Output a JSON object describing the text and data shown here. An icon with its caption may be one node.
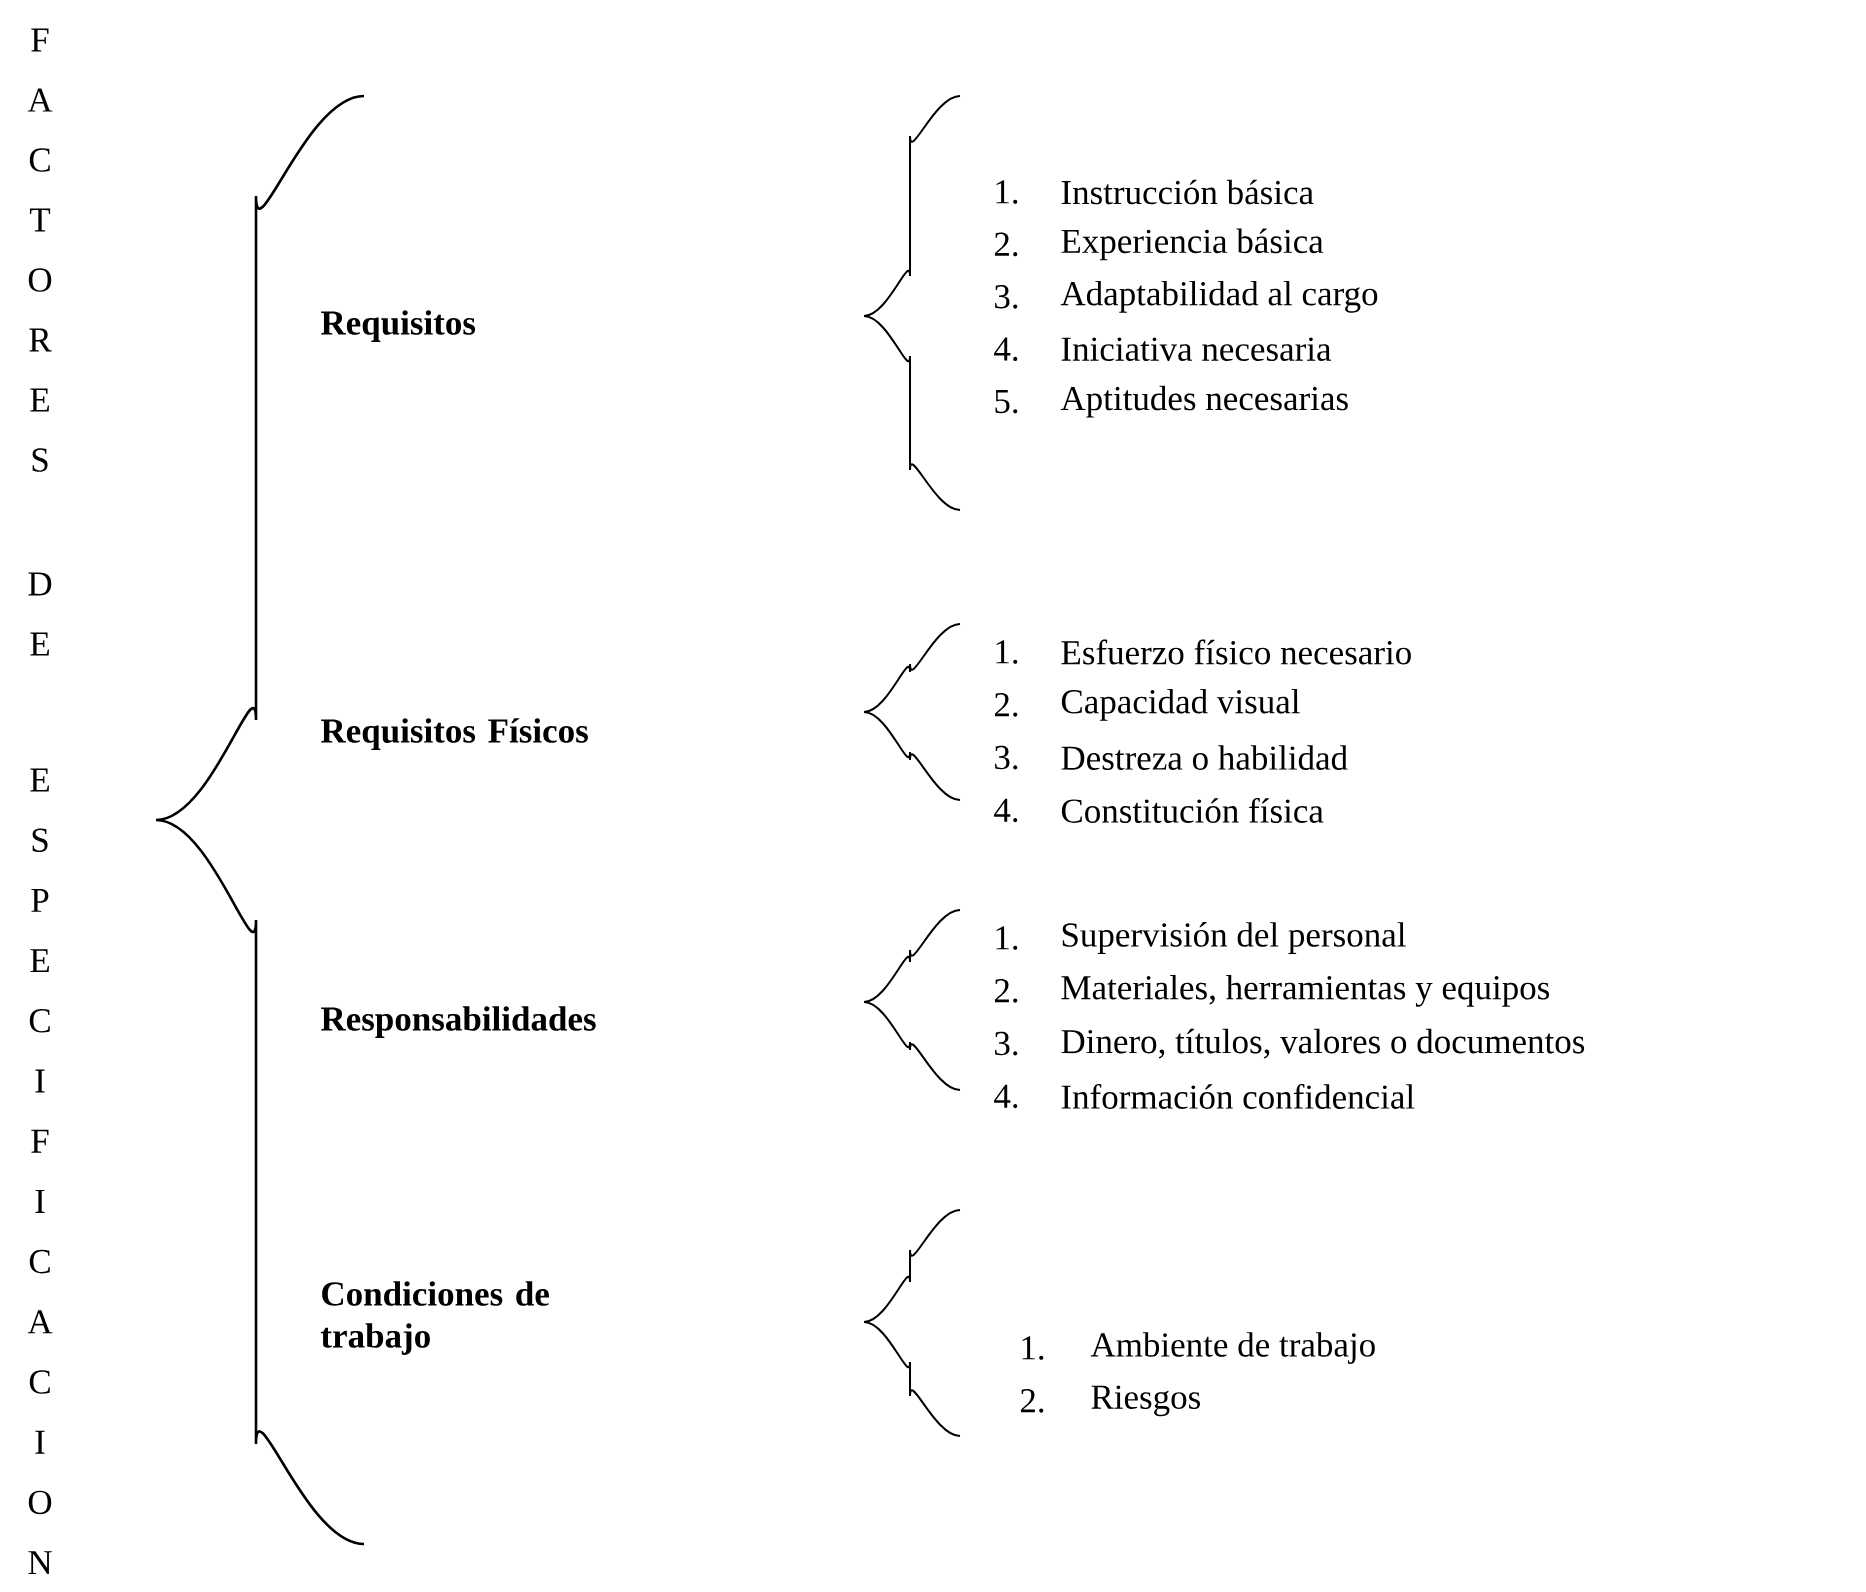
{
  "diagram": {
    "labels": [
      "F",
      "A",
      "C",
      "T",
      "O",
      "R",
      "E",
      "S",
      "D",
      "E",
      "E",
      "S",
      "P",
      "E",
      "C",
      "I",
      "F",
      "I",
      "C",
      "A",
      "C",
      "I",
      "O",
      "N",
      "Requisitos",
      "1.",
      "Instrucción básica",
      "2.",
      "Experiencia básica",
      "3.",
      "Adaptabilidad al cargo",
      "4.",
      "Iniciativa necesaria",
      "5.",
      "Aptitudes necesarias",
      "Requisitos Físicos",
      "1.",
      "Esfuerzo físico necesario",
      "2.",
      "Capacidad visual",
      "3.",
      "Destreza o habilidad",
      "4.",
      "Constitución física",
      "Responsabilidades",
      "1.",
      "Supervisión del personal",
      "2.",
      "Materiales, herramientas y equipos",
      "3.",
      "Dinero, títulos, valores o documentos",
      "4.",
      "Información confidencial",
      "Condiciones de trabajo",
      "1.",
      "Ambiente de trabajo",
      "2.",
      "Riesgos"
    ]
  }
}
